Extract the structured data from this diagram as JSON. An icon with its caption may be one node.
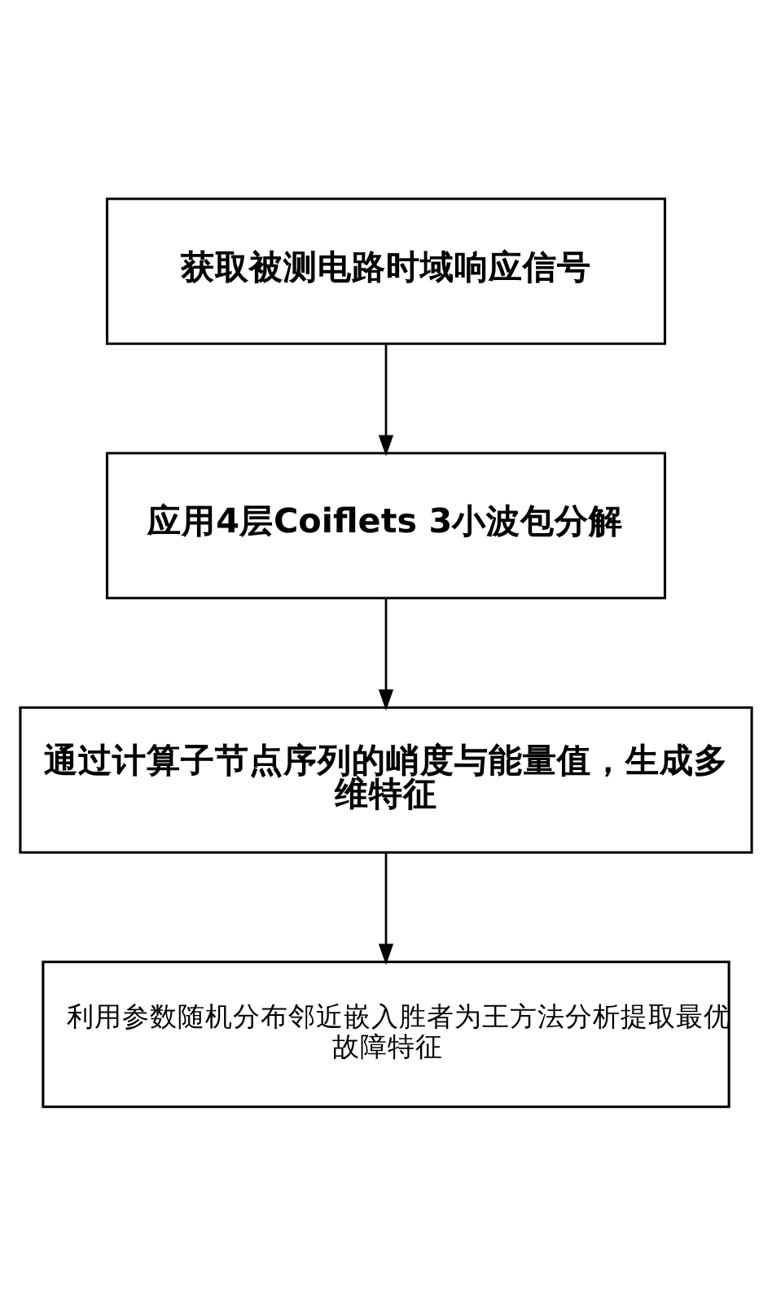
{
  "diagram": {
    "nodes": [
      {
        "text": [
          "获取被测电路时域响应信号"
        ]
      },
      {
        "text": [
          "应用4层Coiflets 3小波包分解"
        ]
      },
      {
        "text": [
          "通过计算子节点序列的峭度与能量值，生成多维特征"
        ]
      },
      {
        "text": [
          "利用参数随机分布邻近嵌入胜者为王方法分析提取最优故障特征"
        ]
      }
    ],
    "edges": [
      {
        "from": 0,
        "to": 1,
        "arrow": "to"
      },
      {
        "from": 1,
        "to": 2,
        "arrow": "to"
      },
      {
        "from": 2,
        "to": 3,
        "arrow": "to"
      }
    ]
  }
}
